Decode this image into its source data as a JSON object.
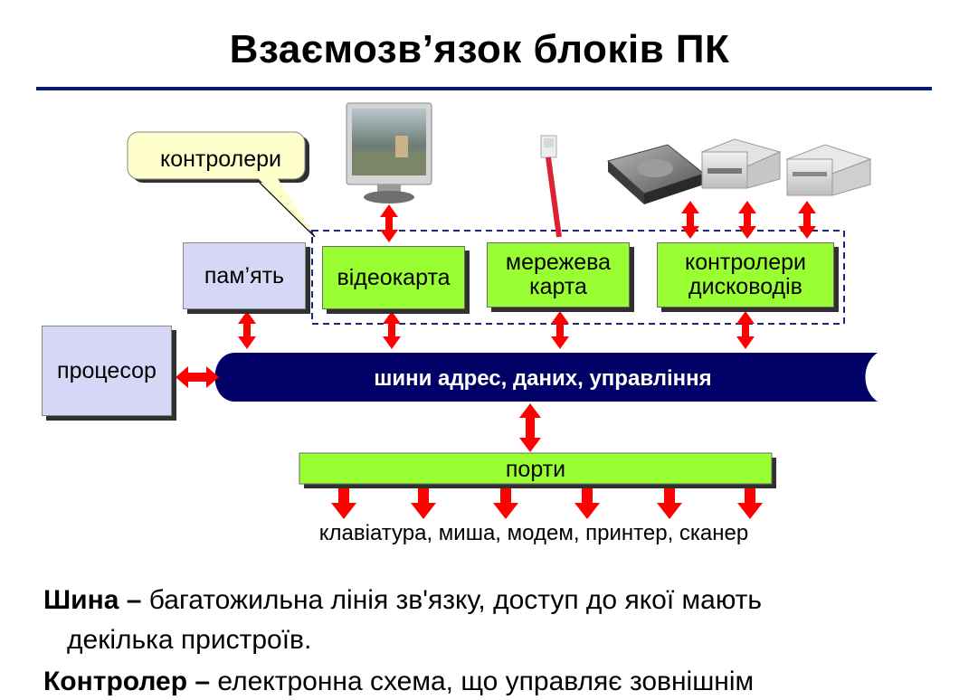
{
  "title": "Взаємозв’язок блоків ПК",
  "callout": {
    "label": "контролери"
  },
  "blocks": {
    "memory": "пам’ять",
    "processor": "процесор",
    "videocard": "відеокарта",
    "network_line1": "мережева",
    "network_line2": "карта",
    "disk_line1": "контролери",
    "disk_line2": "дисководів",
    "ports": "порти"
  },
  "bus": {
    "label": "шини адрес, даних, управління"
  },
  "devices": "клавіатура, миша, модем, принтер, сканер",
  "definitions": [
    {
      "term": "Шина",
      "dash": " – ",
      "text": "багатожильна лінія зв'язку, доступ до якої мають",
      "continuation": "декілька пристроїв."
    },
    {
      "term": "Контролер",
      "dash": " – ",
      "text": "електронна схема, що управляє зовнішнім"
    }
  ],
  "colors": {
    "bus": "#000066",
    "controller_box": "#99ff33",
    "memory_box": "#d6d6f7",
    "arrow": "#ff0000",
    "rule": "#0a1a6e",
    "callout": "#ffffcc"
  },
  "icons": [
    "monitor-icon",
    "network-cable-icon",
    "hard-drive-icon",
    "floppy-drive-icon",
    "cd-drive-icon"
  ]
}
